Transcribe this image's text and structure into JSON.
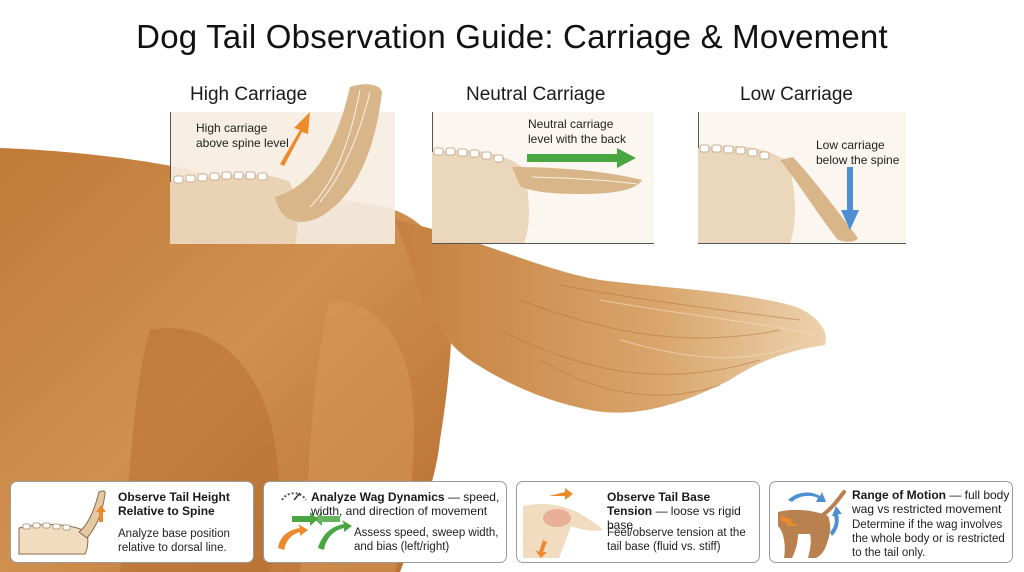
{
  "title": "Dog Tail Observation Guide: Carriage & Movement",
  "colors": {
    "fur": "#c98a45",
    "orange_arrow": "#ec8a2c",
    "green_arrow": "#4aa640",
    "blue_arrow": "#4d8fd1"
  },
  "panels": [
    {
      "title": "High Carriage",
      "label_line1": "High carriage",
      "label_line2": "above spine level",
      "arrow_icon": "orange-up-arrow"
    },
    {
      "title": "Neutral Carriage",
      "label_line1": "Neutral carriage",
      "label_line2": "level with the back",
      "arrow_icon": "green-right-arrow"
    },
    {
      "title": "Low Carriage",
      "label_line1": "Low carriage",
      "label_line2": "below the spine",
      "arrow_icon": "blue-down-arrow"
    }
  ],
  "cards": [
    {
      "head_bold": "Observe Tail Height Relative to Spine",
      "head_rest": "",
      "desc": "Analyze base position relative to dorsal line.",
      "icon": "tail-height-icon"
    },
    {
      "head_bold": "Analyze Wag Dynamics",
      "head_rest": " — speed, width, and direction of movement",
      "desc": "Assess speed, sweep width, and bias (left/right)",
      "icon": "wag-dynamics-icon"
    },
    {
      "head_bold": "Observe Tail Base Tension",
      "head_rest": " — loose vs rigid base",
      "desc": "Feel/observe tension at the tail base (fluid vs. stiff)",
      "icon": "tail-tension-icon"
    },
    {
      "head_bold": "Range of Motion",
      "head_rest": " — full body wag vs restricted movement",
      "desc": "Determine if the wag involves the whole body or is restricted to the tail only.",
      "icon": "range-of-motion-icon"
    }
  ]
}
